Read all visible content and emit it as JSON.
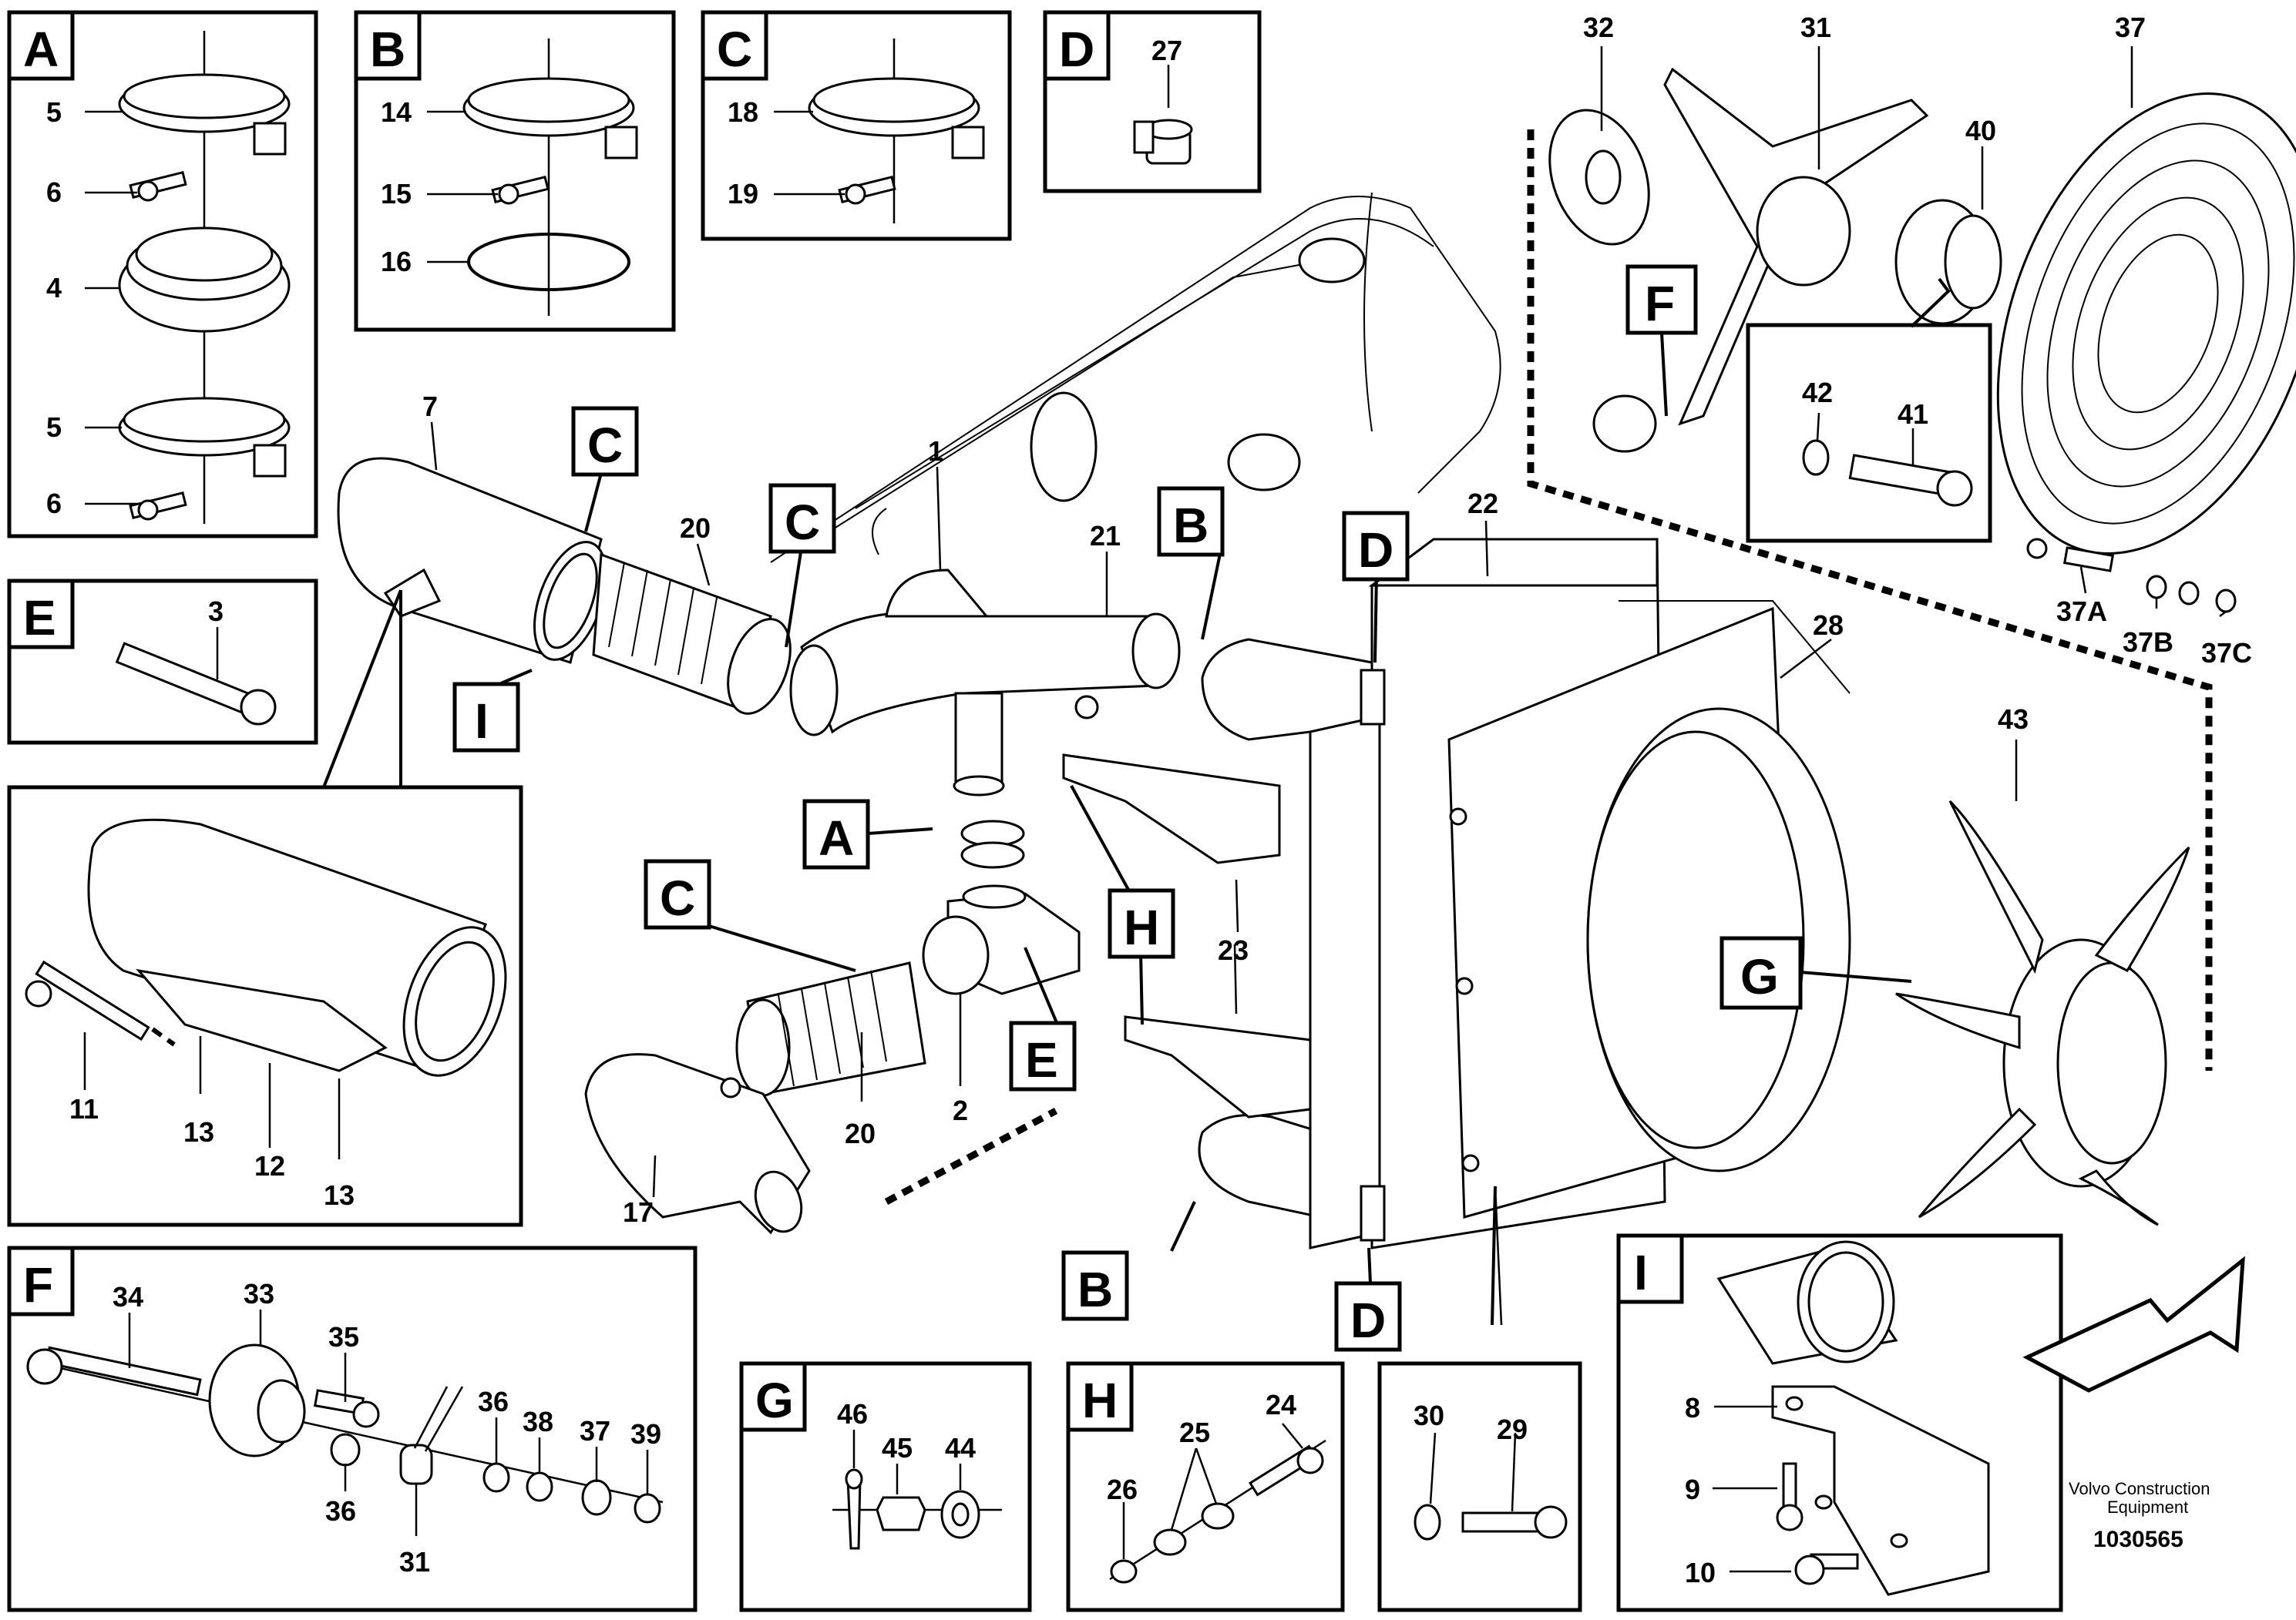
{
  "panels": {
    "A": {
      "letter": "A",
      "parts": [
        "5",
        "6",
        "4",
        "5",
        "6"
      ]
    },
    "B": {
      "letter": "B",
      "parts": [
        "14",
        "15",
        "16"
      ]
    },
    "C": {
      "letter": "C",
      "parts": [
        "18",
        "19"
      ]
    },
    "D": {
      "letter": "D",
      "parts": [
        "27"
      ]
    },
    "E": {
      "letter": "E",
      "parts": [
        "3"
      ]
    },
    "I_detail": {
      "parts": [
        "11",
        "13",
        "12",
        "13"
      ]
    },
    "F": {
      "letter": "F",
      "parts": [
        "34",
        "33",
        "35",
        "36",
        "36",
        "38",
        "37",
        "39",
        "31"
      ]
    },
    "G": {
      "letter": "G",
      "parts": [
        "46",
        "45",
        "44"
      ]
    },
    "H": {
      "letter": "H",
      "parts": [
        "24",
        "25",
        "26"
      ]
    },
    "J": {
      "parts": [
        "30",
        "29"
      ]
    },
    "I": {
      "letter": "I",
      "parts": [
        "8",
        "9",
        "10"
      ]
    },
    "fan_detail": {
      "parts": [
        "42",
        "41"
      ]
    }
  },
  "main_labels": {
    "p7": "7",
    "p20a": "20",
    "p1": "1",
    "p21": "21",
    "p22": "22",
    "p20b": "20",
    "p2": "2",
    "p17": "17",
    "p23": "23",
    "p32": "32",
    "p31": "31",
    "p37": "37",
    "p40": "40",
    "p37a": "37A",
    "p37b": "37B",
    "p37c": "37C",
    "p28": "28",
    "p43": "43"
  },
  "callouts": {
    "C1": "C",
    "C2": "C",
    "C3": "C",
    "I1": "I",
    "B1": "B",
    "B2": "B",
    "D1": "D",
    "D2": "D",
    "A1": "A",
    "E1": "E",
    "H1": "H",
    "G1": "G",
    "F1": "F"
  },
  "footer": {
    "brand_line1": "Volvo Construction",
    "brand_line2": "Equipment",
    "ref": "1030565"
  }
}
